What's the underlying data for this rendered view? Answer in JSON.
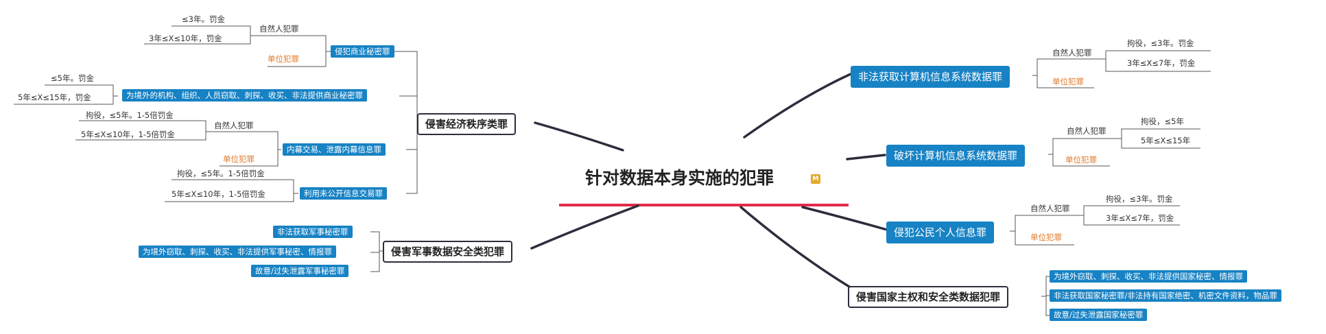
{
  "center": {
    "title": "针对数据本身实施的犯罪",
    "badge": "M"
  },
  "economic": {
    "title": "侵害经济秩序类罪",
    "trade_secret": {
      "label": "侵犯商业秘密罪",
      "natural": "自然人犯罪",
      "unit": "单位犯罪",
      "penalty1": "≤3年。罚金",
      "penalty2": "3年≤X≤10年，罚金"
    },
    "foreign_secret": {
      "label": "为境外的机构、组织、人员窃取、刺探、收买、非法提供商业秘密罪",
      "penalty1": "≤5年。罚金",
      "penalty2": "5年≤X≤15年，罚金"
    },
    "insider": {
      "label": "内幕交易、泄露内幕信息罪",
      "natural": "自然人犯罪",
      "unit": "单位犯罪",
      "penalty1": "拘役，≤5年。1-5倍罚金",
      "penalty2": "5年≤X≤10年，1-5倍罚金"
    },
    "nonpublic": {
      "label": "利用未公开信息交易罪",
      "penalty1": "拘役，≤5年。1-5倍罚金",
      "penalty2": "5年≤X≤10年，1-5倍罚金"
    }
  },
  "military": {
    "title": "侵害军事数据安全类犯罪",
    "items": [
      "非法获取军事秘密罪",
      "为境外窃取、刺探、收买、非法提供军事秘密、情报罪",
      "故意/过失泄露军事秘密罪"
    ]
  },
  "illegal_obtain": {
    "title": "非法获取计算机信息系统数据罪",
    "natural": "自然人犯罪",
    "unit": "单位犯罪",
    "penalty1": "拘役，≤3年。罚金",
    "penalty2": "3年≤X≤7年，罚金"
  },
  "destroy": {
    "title": "破坏计算机信息系统数据罪",
    "natural": "自然人犯罪",
    "unit": "单位犯罪",
    "penalty1": "拘役，≤5年",
    "penalty2": "5年≤X≤15年"
  },
  "personal": {
    "title": "侵犯公民个人信息罪",
    "natural": "自然人犯罪",
    "unit": "单位犯罪",
    "penalty1": "拘役，≤3年。罚金",
    "penalty2": "3年≤X≤7年，罚金"
  },
  "state": {
    "title": "侵害国家主权和安全类数据犯罪",
    "items": [
      "为境外窃取、刺探、收买、非法提供国家秘密、情报罪",
      "非法获取国家秘密罪/非法持有国家绝密、机密文件资料，物品罪",
      "故意/过失泄露国家秘密罪"
    ]
  },
  "colors": {
    "node_blue": "#1782c4",
    "unit_orange": "#e0792a",
    "center_underline": "#e32a4a",
    "branch": "#2d2d3c"
  }
}
